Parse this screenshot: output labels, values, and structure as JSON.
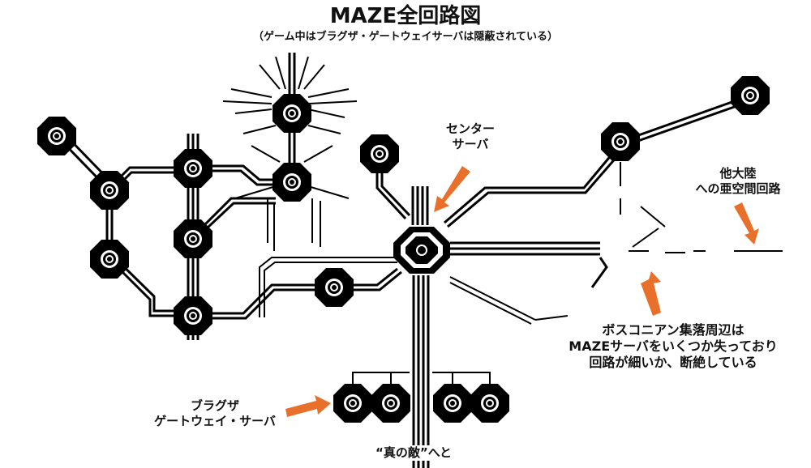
{
  "title": "MAZE全回路図",
  "subtitle": "（ゲーム中はブラグザ・ゲートウェイサーバは隠蔽されている）",
  "annotations": {
    "center_server": [
      "センター",
      "サーバ"
    ],
    "other_continent": [
      "他大陸",
      "への亜空間回路"
    ],
    "boskonian": [
      "ボスコニアン集落周辺は",
      "MAZEサーバをいくつか失っており",
      "回路が細いか、断絶している"
    ],
    "gateway": [
      "ブラグザ",
      "ゲートウェイ・サーバ"
    ],
    "true_enemy": "“真の敵”へと"
  },
  "colors": {
    "arrow": "#e8702a",
    "node": "#000000",
    "line": "#000000"
  }
}
